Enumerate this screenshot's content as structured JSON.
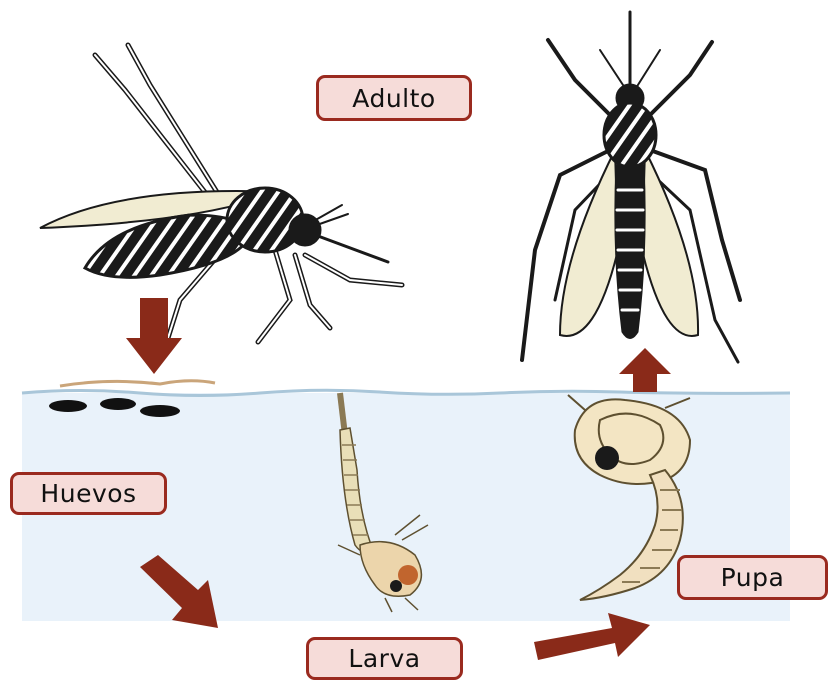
{
  "stages": {
    "adulto": "Adulto",
    "huevos": "Huevos",
    "larva": "Larva",
    "pupa": "Pupa"
  },
  "colors": {
    "arrow": "#8a2a19",
    "label_fill": "#f6dcd9",
    "label_border": "#9a2a1f",
    "water": "#e9f2fa",
    "wing": "#f1ecd2",
    "larva_body": "#e9dfb8"
  },
  "icons": [
    "mosquito-side-icon",
    "mosquito-top-icon",
    "egg-icon",
    "larva-icon",
    "pupa-icon",
    "arrow-icon"
  ]
}
